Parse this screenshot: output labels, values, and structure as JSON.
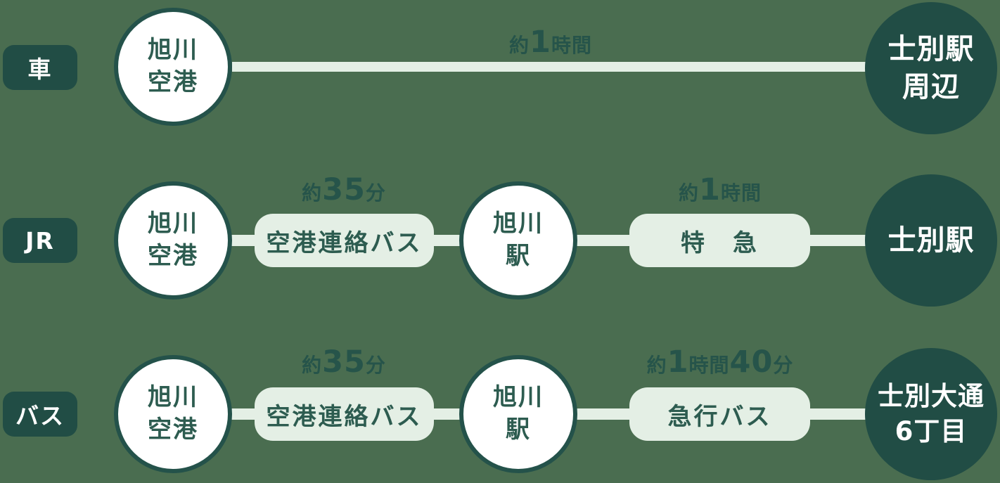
{
  "diagram_title": "access-routes-to-shibetsu",
  "colors": {
    "background": "#4a6d50",
    "dark_teal": "#214d45",
    "circle_border": "#24524a",
    "light_mint": "#e4efe5",
    "text_on_light": "#2d5c50",
    "text_on_dark": "#ffffff"
  },
  "rows": [
    {
      "badge": "車",
      "origin": "旭川\n空港",
      "leg1": {
        "duration": "約1時間"
      },
      "destination": "士別駅\n周辺"
    },
    {
      "badge": "JR",
      "origin": "旭川\n空港",
      "leg1": {
        "duration": "約35分",
        "mode": "空港連絡バス"
      },
      "via": "旭川\n駅",
      "leg2": {
        "duration": "約1時間",
        "mode": "特　急"
      },
      "destination": "士別駅"
    },
    {
      "badge": "バス",
      "origin": "旭川\n空港",
      "leg1": {
        "duration": "約35分",
        "mode": "空港連絡バス"
      },
      "via": "旭川\n駅",
      "leg2": {
        "duration": "約1時間40分",
        "mode": "急行バス"
      },
      "destination": "士別大通\n6丁目"
    }
  ]
}
